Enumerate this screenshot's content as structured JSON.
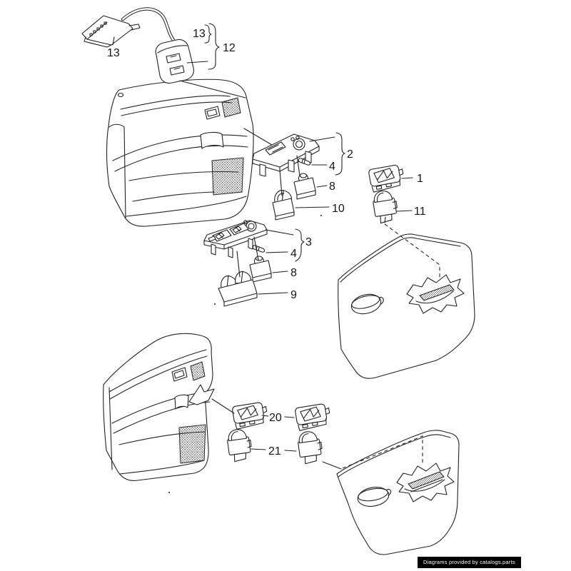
{
  "canvas": {
    "background": "#ffffff",
    "line_color": "#222222"
  },
  "watermark": {
    "text": "Diagrams provided by catalogs.parts",
    "background": "#000000",
    "color": "#ffffff"
  },
  "callouts": {
    "c13_connector": "13",
    "c13_module": "13",
    "c12": "12",
    "c2": "2",
    "c4_front": "4",
    "c8_front": "8",
    "c1": "1",
    "c11": "11",
    "c10": "10",
    "c3": "3",
    "c4_rear": "4",
    "c8_rear": "8",
    "c9": "9",
    "c20": "20",
    "c21": "21"
  }
}
